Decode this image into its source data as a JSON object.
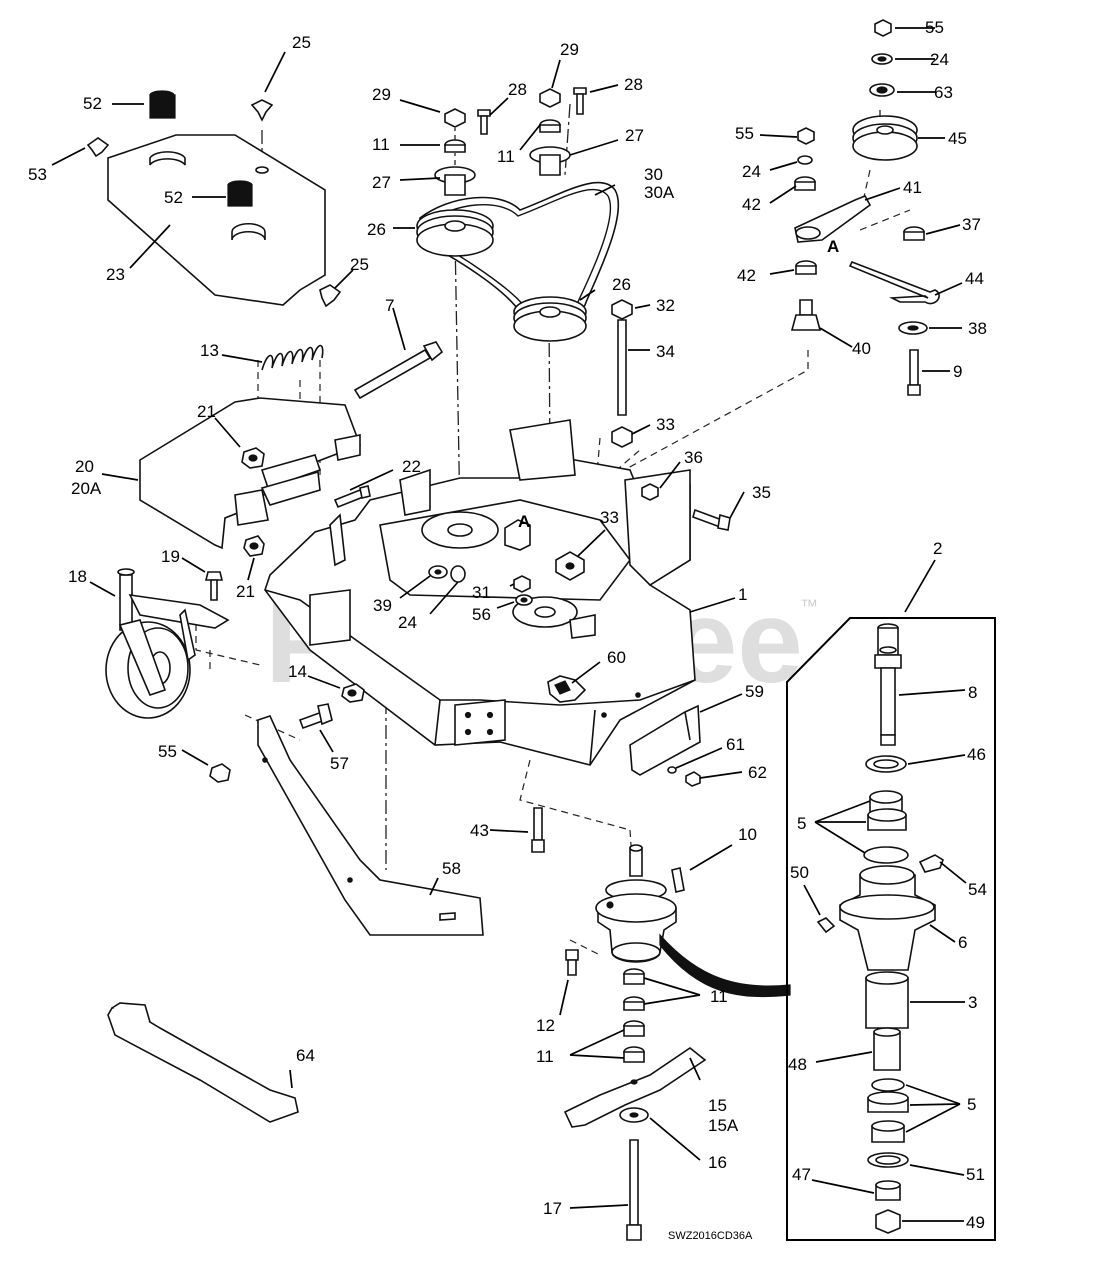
{
  "watermark": {
    "brand": "PartsTree",
    "trademark": "™"
  },
  "drawing_code": "SWZ2016CD36A",
  "labels": {
    "p1": "1",
    "p2": "2",
    "p3": "3",
    "p5a": "5",
    "p5b": "5",
    "p6": "6",
    "p7": "7",
    "p8": "8",
    "p9": "9",
    "p10": "10",
    "p11a": "11",
    "p11b": "11",
    "p11c": "11",
    "p11d": "11",
    "p12": "12",
    "p13": "13",
    "p14": "14",
    "p15": "15",
    "p15a": "15A",
    "p16": "16",
    "p17": "17",
    "p18": "18",
    "p19": "19",
    "p20": "20",
    "p20a": "20A",
    "p21a": "21",
    "p21b": "21",
    "p22": "22",
    "p23": "23",
    "p24a": "24",
    "p24b": "24",
    "p24c": "24",
    "p25a": "25",
    "p25b": "25",
    "p26a": "26",
    "p26b": "26",
    "p27a": "27",
    "p27b": "27",
    "p28a": "28",
    "p28b": "28",
    "p29a": "29",
    "p29b": "29",
    "p30": "30",
    "p30a": "30A",
    "p31": "31",
    "p32": "32",
    "p33a": "33",
    "p33b": "33",
    "p34": "34",
    "p35": "35",
    "p36": "36",
    "p37": "37",
    "p38": "38",
    "p39": "39",
    "p40": "40",
    "p41": "41",
    "p42a": "42",
    "p42b": "42",
    "p43": "43",
    "p44": "44",
    "p45": "45",
    "p46": "46",
    "p47": "47",
    "p48": "48",
    "p49": "49",
    "p50": "50",
    "p51": "51",
    "p52a": "52",
    "p52b": "52",
    "p53": "53",
    "p54": "54",
    "p55a": "55",
    "p55b": "55",
    "p55c": "55",
    "p56": "56",
    "p57": "57",
    "p58": "58",
    "p59": "59",
    "p60": "60",
    "p61": "61",
    "p62": "62",
    "p63": "63",
    "p64": "64",
    "refA1": "A",
    "refA2": "A"
  }
}
